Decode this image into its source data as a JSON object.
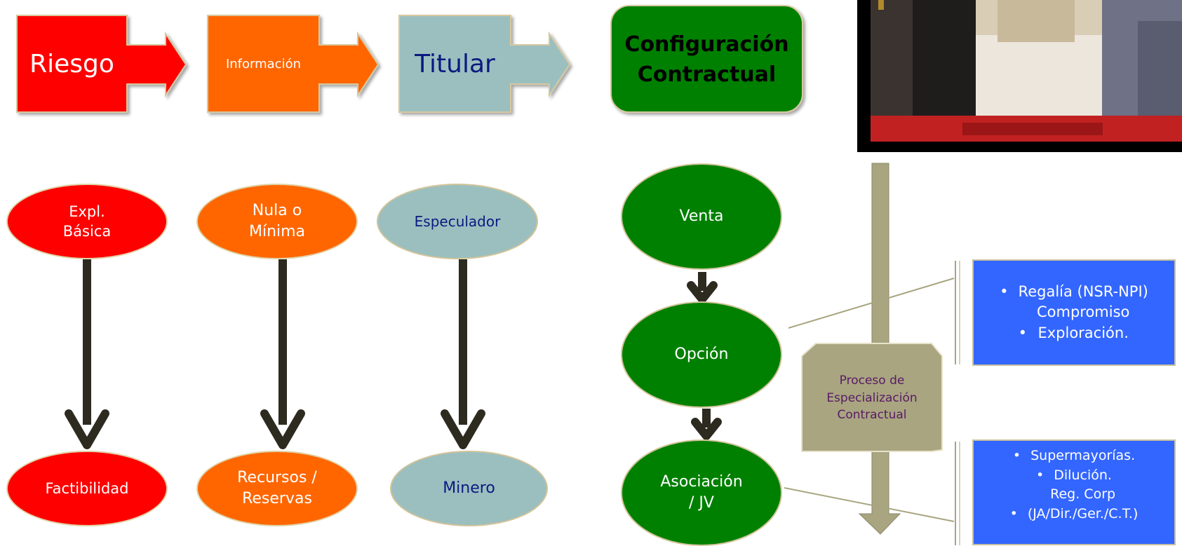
{
  "header_flow": {
    "riesgo": "Riesgo",
    "informacion": "Información",
    "titular": "Titular",
    "configuracion": "Configuración\nContractual"
  },
  "ovals": {
    "expl_basica": "Expl.\nBásica",
    "factibilidad": "Factibilidad",
    "nula_minima": "Nula o\nMínima",
    "recursos_reservas": "Recursos /\nReservas",
    "especulador": "Especulador",
    "minero": "Minero",
    "venta": "Venta",
    "opcion": "Opción",
    "asociacion": "Asociación\n/ JV"
  },
  "process_label": "Proceso de\nEspecialización\nContractual",
  "callout_top": {
    "items": [
      "Regalía (NSR-NPI)",
      "Compromiso\nExploración."
    ]
  },
  "callout_bottom": {
    "items": [
      "Supermayorías.",
      "Dilución.",
      "Reg. Corp\n(JA/Dir./Ger./C.T.)"
    ]
  },
  "colors": {
    "red": "#ff0000",
    "orange": "#ff6600",
    "grayblue": "#9bbfbf",
    "green": "#008000",
    "navy": "#0b1a80",
    "callout_blue": "#3366ff",
    "khaki": "#a8a580",
    "arrow_dark": "#2d2a1f"
  }
}
